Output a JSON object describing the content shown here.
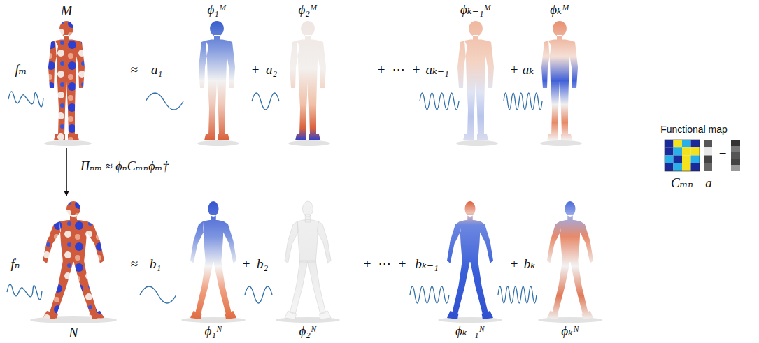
{
  "diagram": {
    "nodes": [
      {
        "text": [
          "M"
        ]
      },
      {
        "text": [
          "N"
        ]
      }
    ],
    "edges": [
      {
        "from": 0,
        "to": 1,
        "arrow": "to",
        "label": "Πₙₘ ≈ ϕₙCₘₙϕₘ†"
      }
    ],
    "labels": [
      "ϕ₁ᴹ",
      "ϕ₂ᴹ",
      "ϕₖ₋₁ᴹ",
      "ϕₖᴹ",
      "fₘ",
      "≈",
      "a₁",
      "+",
      "a₂",
      "+",
      "⋯",
      "+",
      "aₖ₋₁",
      "+",
      "aₖ",
      "fₙ",
      "≈",
      "b₁",
      "+",
      "b₂",
      "+",
      "⋯",
      "+",
      "bₖ₋₁",
      "+",
      "bₖ",
      "ϕ₁ᴺ",
      "ϕ₂ᴺ",
      "ϕₖ₋₁ᴺ",
      "ϕₖᴺ",
      "Functional map",
      "Cₘₙ",
      "a",
      "="
    ]
  }
}
